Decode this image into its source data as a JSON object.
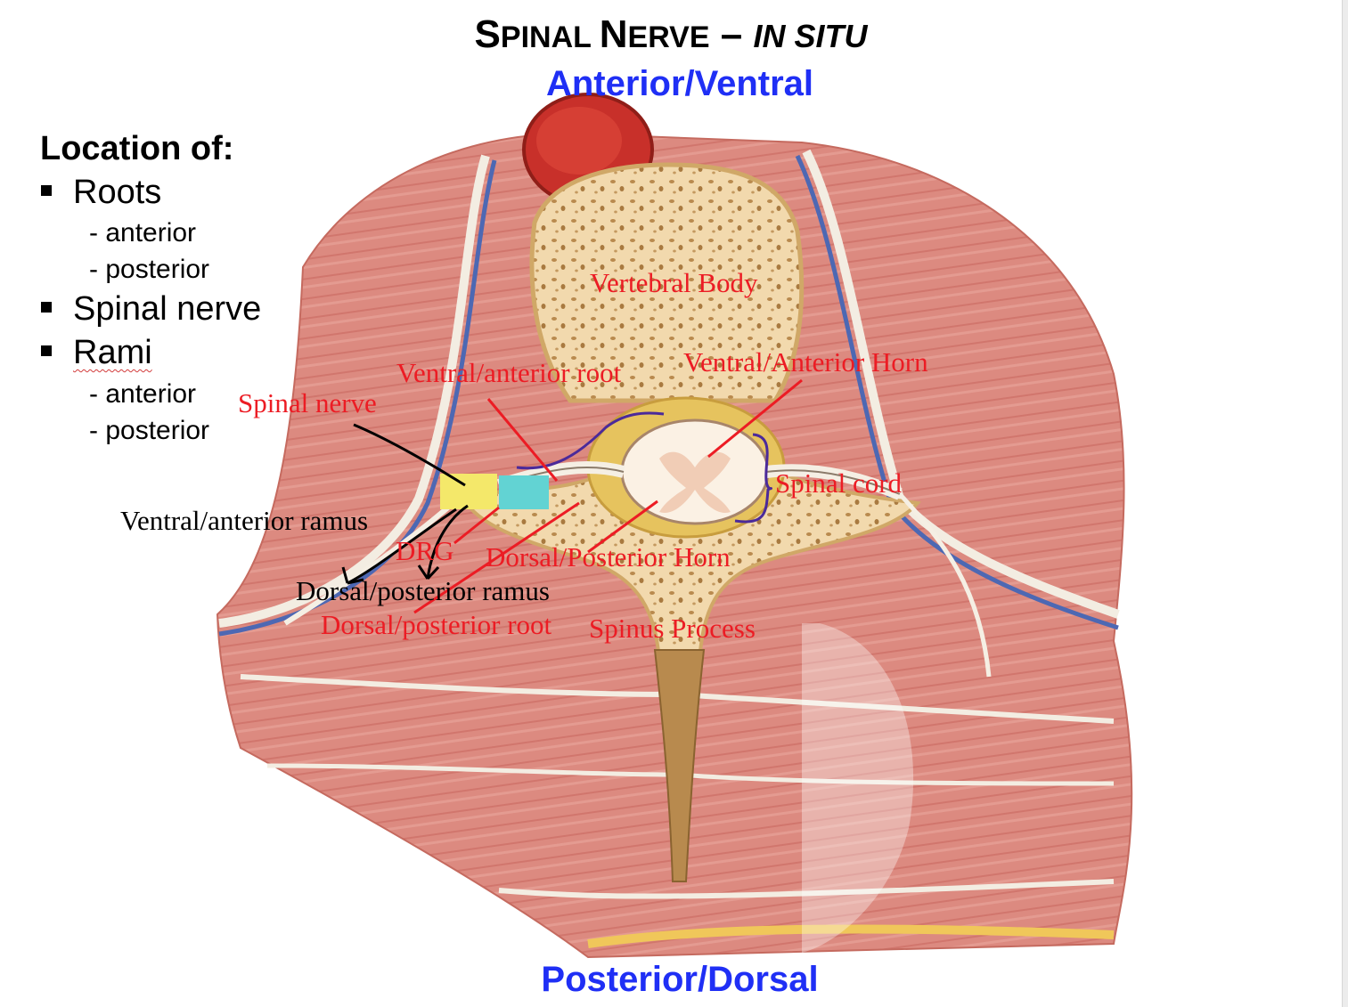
{
  "title": {
    "s_cap": "S",
    "pinal": "PINAL",
    "n_cap": "N",
    "erve": "ERVE",
    "dash": " – ",
    "in_situ": "IN SITU"
  },
  "orientation": {
    "top": "Anterior/Ventral",
    "bottom": "Posterior/Dorsal"
  },
  "location_list": {
    "heading": "Location of:",
    "items": [
      {
        "label": "Roots",
        "subs": [
          "- anterior",
          "- posterior"
        ]
      },
      {
        "label": "Spinal nerve",
        "subs": []
      },
      {
        "label": "Rami",
        "subs": [
          "- anterior",
          "- posterior"
        ]
      }
    ]
  },
  "labels": {
    "vertebral_body": "Vertebral Body",
    "ventral_anterior_root": "Ventral/anterior root",
    "ventral_anterior_horn": "Ventral/Anterior Horn",
    "spinal_nerve": "Spinal nerve",
    "spinal_cord": "Spinal cord",
    "ventral_anterior_ramus": "Ventral/anterior ramus",
    "drg": "DRG",
    "dorsal_posterior_horn": "Dorsal/Posterior Horn",
    "dorsal_posterior_ramus": "Dorsal/posterior ramus",
    "dorsal_posterior_root": "Dorsal/posterior root",
    "spinus_process": "Spinus Process"
  },
  "colors": {
    "red_label": "#ec1c24",
    "blue_heading": "#1f2ff5",
    "black_label": "#000000",
    "muscle": "#d9847a",
    "bone": "#f1d8ab",
    "aorta": "#c8302a",
    "annotation_purple": "#4b2a9a",
    "drg_yellow": "#f4e86a",
    "drg_cyan": "#62d3d3"
  }
}
